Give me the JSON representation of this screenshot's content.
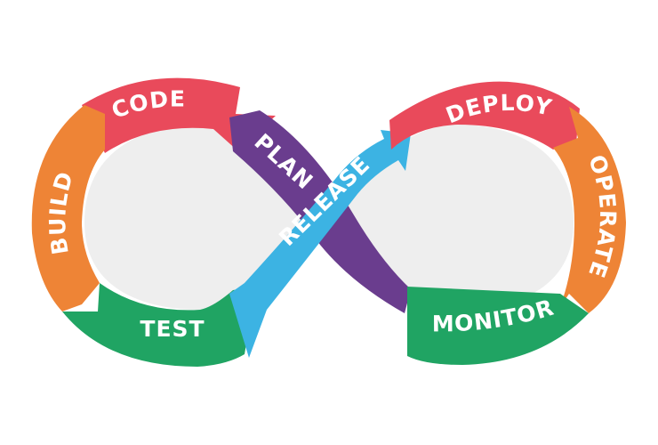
{
  "diagram": {
    "stages": {
      "code": "CODE",
      "build": "BUILD",
      "test": "TEST",
      "plan": "PLAN",
      "release": "RELEASE",
      "deploy": "DEPLOY",
      "operate": "OPERATE",
      "monitor": "MONITOR"
    },
    "colors": {
      "code": "#e94a5b",
      "build": "#ee8436",
      "test": "#20a463",
      "plan": "#6a3d8e",
      "release": "#3cb3e3",
      "deploy": "#e94a5b",
      "operate": "#ee8436",
      "monitor": "#20a463",
      "loop_fill": "#eeeeee"
    }
  }
}
